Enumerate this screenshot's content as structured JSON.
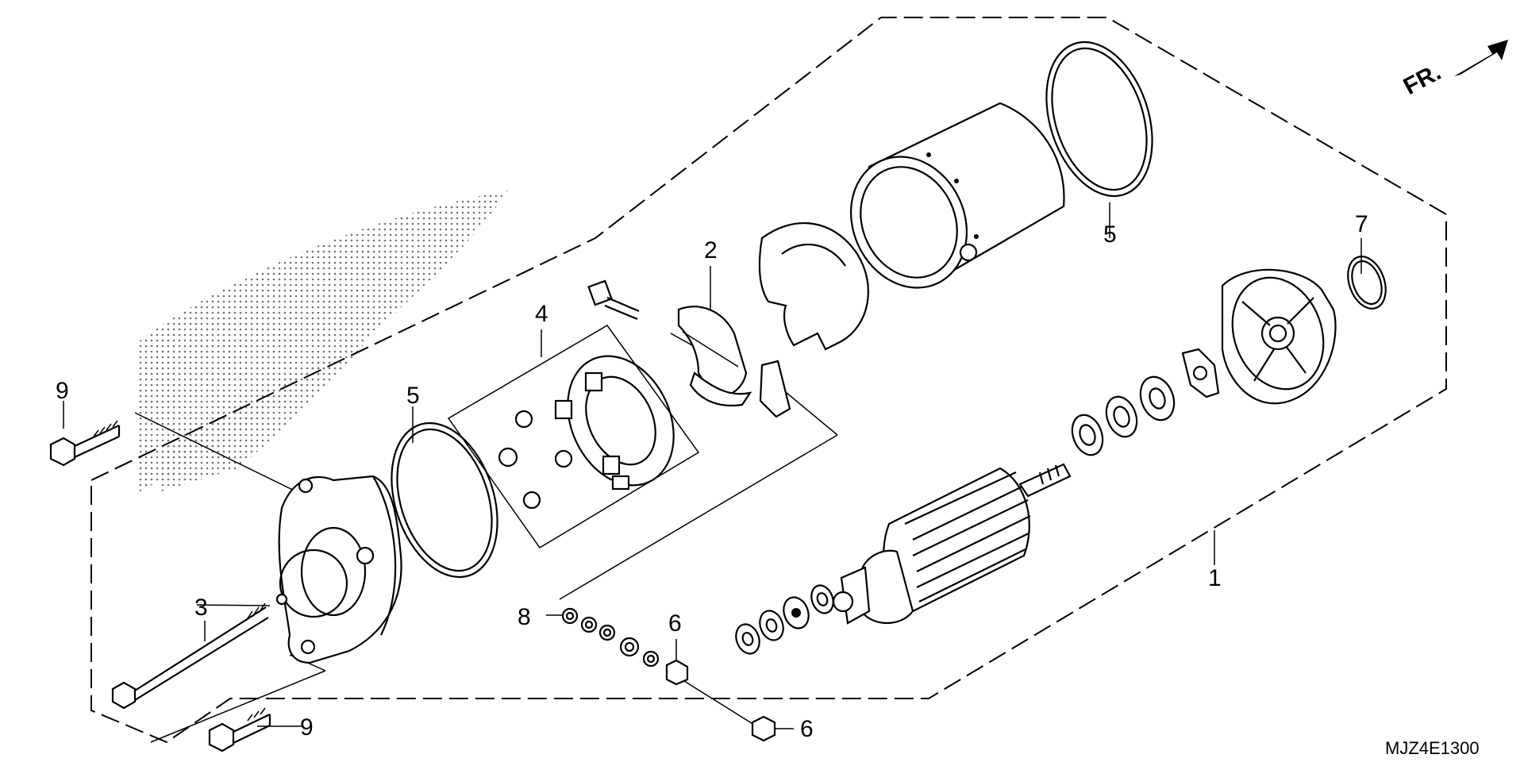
{
  "diagram": {
    "drawing_code": "MJZ4E1300",
    "front_indicator": "FR.",
    "callouts": {
      "p1": "1",
      "p2": "2",
      "p3": "3",
      "p4": "4",
      "p5a": "5",
      "p5b": "5",
      "p6a": "6",
      "p6b": "6",
      "p7": "7",
      "p8": "8",
      "p9a": "9",
      "p9b": "9"
    }
  }
}
